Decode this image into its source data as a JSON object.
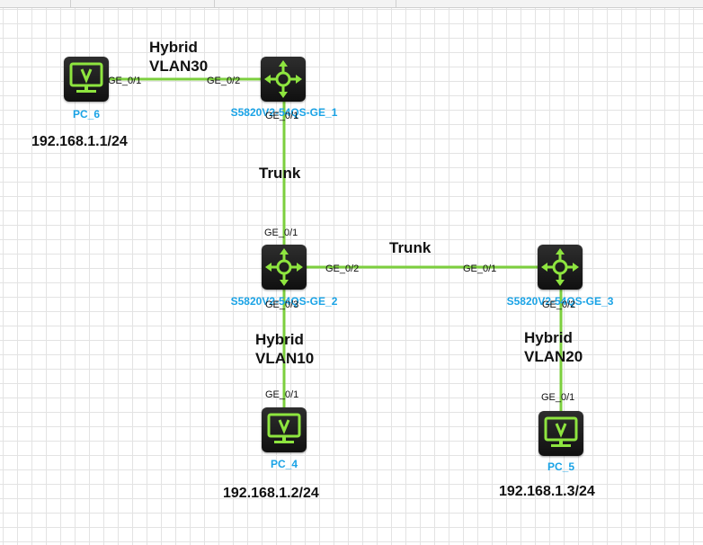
{
  "devices": {
    "pc6": {
      "name": "PC_6",
      "ip": "192.168.1.1/24"
    },
    "pc4": {
      "name": "PC_4",
      "ip": "192.168.1.2/24"
    },
    "pc5": {
      "name": "PC_5",
      "ip": "192.168.1.3/24"
    },
    "sw1": {
      "name": "S5820V2-54QS-GE_1"
    },
    "sw2": {
      "name": "S5820V2-54QS-GE_2"
    },
    "sw3": {
      "name": "S5820V2-54QS-GE_3"
    }
  },
  "ports": {
    "pc6_ge01": "GE_0/1",
    "sw1_ge02": "GE_0/2",
    "sw1_ge01": "GE_0/1",
    "sw2_ge01": "GE_0/1",
    "sw2_ge02": "GE_0/2",
    "sw2_ge03": "GE_0/3",
    "sw3_ge01": "GE_0/1",
    "sw3_ge02": "GE_0/2",
    "pc4_ge01": "GE_0/1",
    "pc5_ge01": "GE_0/1"
  },
  "link_labels": {
    "pc6_sw1": [
      "Hybrid",
      "VLAN30"
    ],
    "sw1_sw2": "Trunk",
    "sw2_sw3": "Trunk",
    "sw2_pc4": [
      "Hybrid",
      "VLAN10"
    ],
    "sw3_pc5": [
      "Hybrid",
      "VLAN20"
    ]
  },
  "colors": {
    "link": "#7ccf3e",
    "device_label": "#1aa3e6",
    "pc_icon": "#8ee53f",
    "switch_icon": "#8ee53f",
    "device_bg": "#1a1a1a",
    "grid": "#e3e3e3"
  },
  "icons": {
    "pc": "monitor-icon",
    "switch": "router-switch-icon"
  }
}
